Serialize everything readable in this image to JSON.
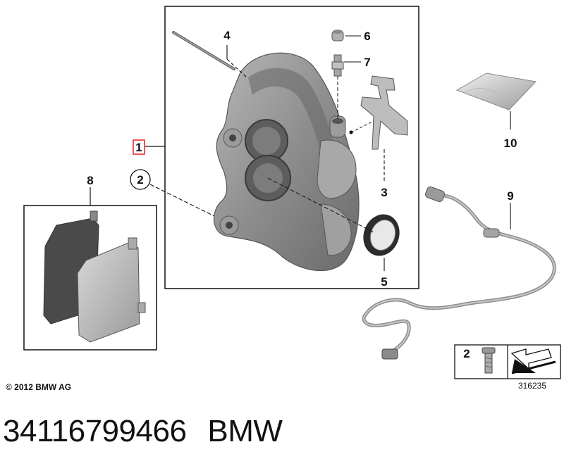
{
  "callouts": {
    "c1": "1",
    "c2": "2",
    "c3": "3",
    "c4": "4",
    "c5": "5",
    "c6": "6",
    "c7": "7",
    "c8": "8",
    "c9": "9",
    "c10": "10"
  },
  "legend_box": {
    "number": "2"
  },
  "copyright": "© 2012 BMW AG",
  "diagram_id": "316235",
  "footer": {
    "part_number": "34116799466",
    "brand": "BMW"
  },
  "colors": {
    "highlight": "#e02020",
    "line": "#111111",
    "part_grey": "#8a8a8a"
  }
}
